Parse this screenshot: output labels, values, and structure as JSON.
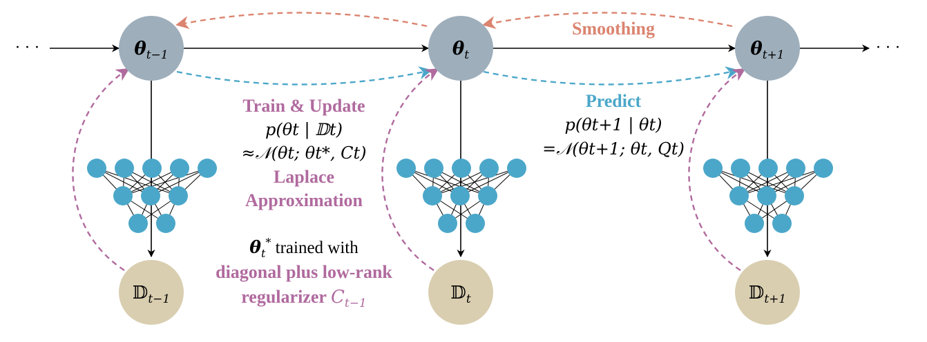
{
  "colors": {
    "state_node": "#9eaebb",
    "data_node": "#d9ceb0",
    "neuron": "#4ba7c9",
    "smoothing": "#db8470",
    "predict": "#4ba7c9",
    "train": "#b06a9e",
    "edge": "#000000"
  },
  "ellipsis": "· · ·",
  "state_nodes": [
    {
      "base": "θ",
      "sub": "t−1"
    },
    {
      "base": "θ",
      "sub": "t"
    },
    {
      "base": "θ",
      "sub": "t+1"
    }
  ],
  "data_nodes": [
    {
      "base": "𝔻",
      "sub": "t−1"
    },
    {
      "base": "𝔻",
      "sub": "t"
    },
    {
      "base": "𝔻",
      "sub": "t+1"
    }
  ],
  "smoothing_label": "Smoothing",
  "train": {
    "title": "Train & Update",
    "line1": "p(θt | 𝔻t)",
    "line2": "≈𝒩(θt; θt*, Ct)",
    "method_line1": "Laplace",
    "method_line2": "Approximation"
  },
  "predict": {
    "title": "Predict",
    "line1": "p(θt+1 | θt)",
    "line2": "=𝒩(θt+1; θt, Qt)"
  },
  "regularizer": {
    "line1_suffix": " trained with",
    "line2": "diagonal plus low-rank",
    "line3_prefix": "regularizer "
  }
}
